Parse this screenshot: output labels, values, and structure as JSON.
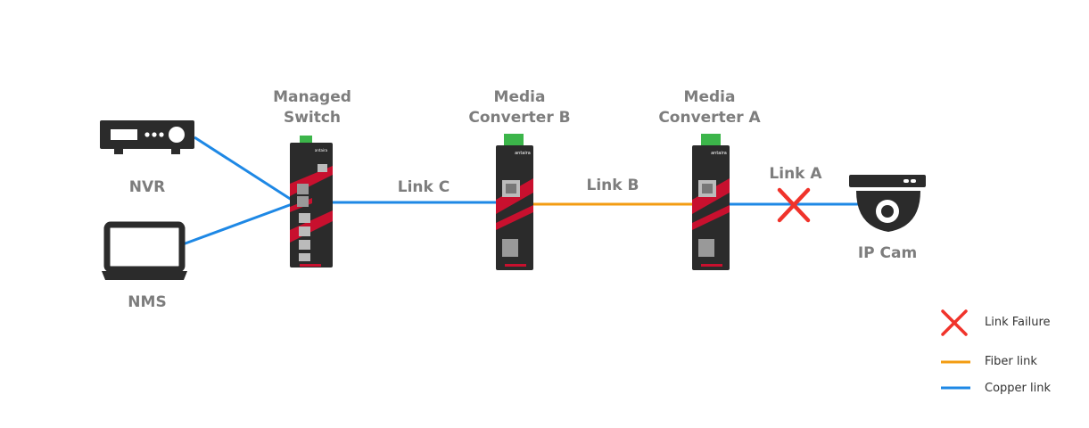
{
  "devices": {
    "nvr": {
      "label": "NVR"
    },
    "nms": {
      "label": "NMS"
    },
    "switch": {
      "label_line1": "Managed",
      "label_line2": "Switch",
      "brand": "antaira"
    },
    "converter_b": {
      "label_line1": "Media",
      "label_line2": "Converter B",
      "brand": "antaira"
    },
    "converter_a": {
      "label_line1": "Media",
      "label_line2": "Converter A",
      "brand": "antaira"
    },
    "ip_cam": {
      "label": "IP Cam"
    }
  },
  "links": {
    "link_a": {
      "label": "Link A",
      "type": "copper",
      "failed": true
    },
    "link_b": {
      "label": "Link B",
      "type": "fiber",
      "failed": false
    },
    "link_c": {
      "label": "Link C",
      "type": "copper",
      "failed": false
    }
  },
  "legend": {
    "failure": "Link Failure",
    "fiber": "Fiber link",
    "copper": "Copper link"
  },
  "colors": {
    "copper": "#1e88e5",
    "fiber": "#f39c12",
    "failure": "#f0332b",
    "device_dark": "#2b2b2b",
    "device_accent": "#c8102e",
    "terminal_green": "#3cb54a",
    "label_gray": "#7d7d7d"
  }
}
